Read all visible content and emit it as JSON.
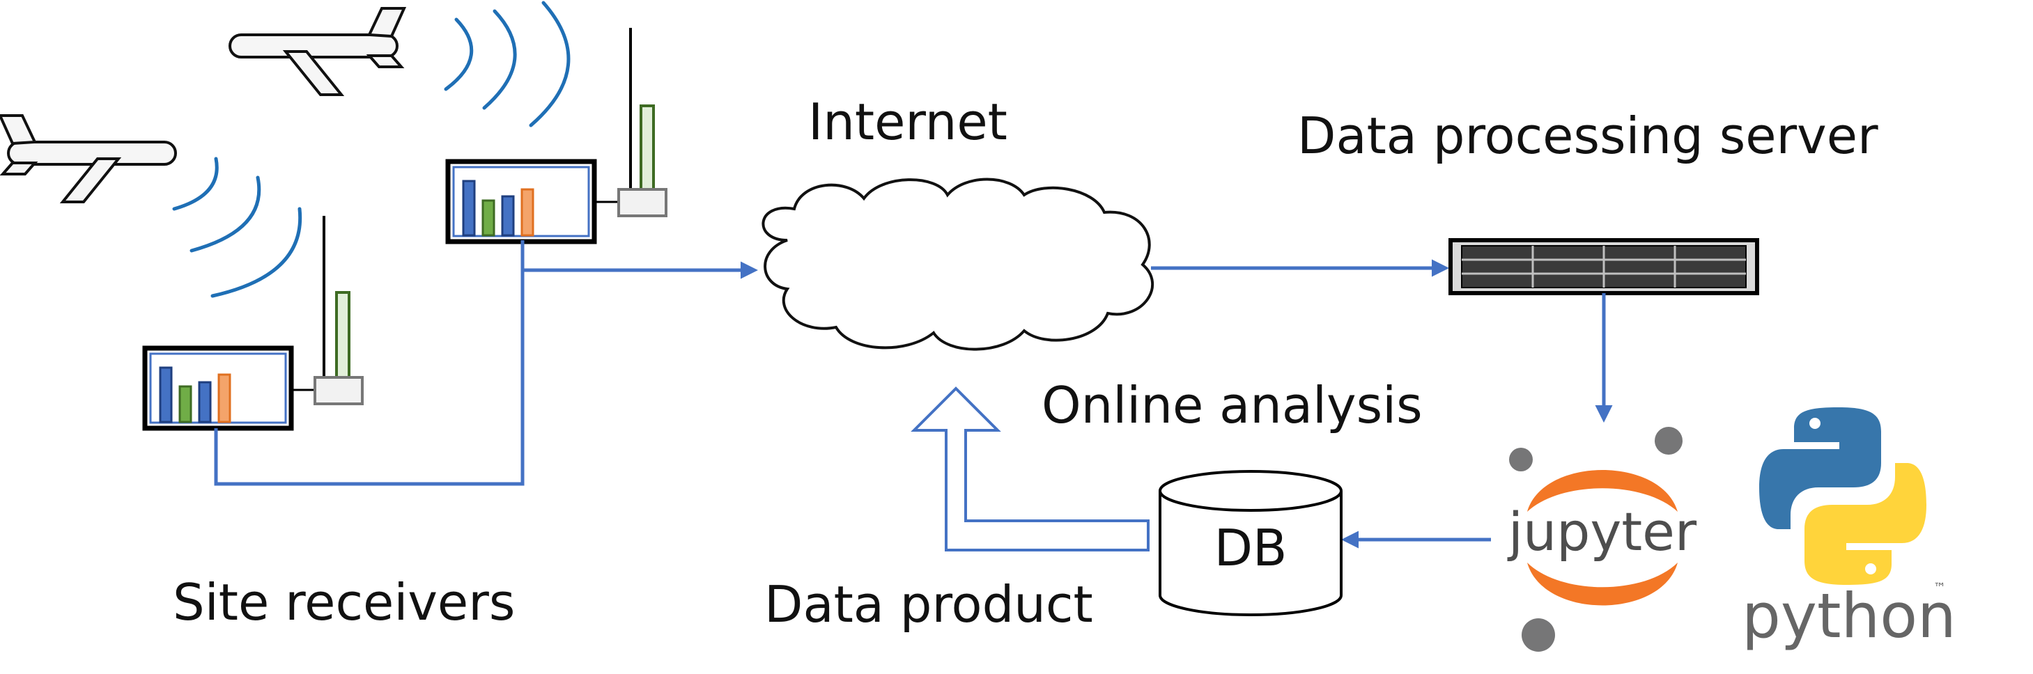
{
  "labels": {
    "internet": "Internet",
    "server": "Data processing server",
    "online_analysis": "Online analysis",
    "site_receivers": "Site receivers",
    "data_product": "Data product",
    "db": "DB"
  },
  "logos": {
    "jupyter_text": "jupyter",
    "python_text": "python",
    "python_tm": "™"
  },
  "colors": {
    "link_blue": "#4472C4",
    "wave_blue": "#1F6FB5",
    "bar_blue": "#4472C4",
    "bar_green": "#70AD47",
    "bar_orange": "#F4A46A",
    "jupyter_orange": "#F37726",
    "jupyter_gray": "#767677",
    "python_blue": "#3776AB",
    "python_yellow": "#FFD43B",
    "python_text": "#666666"
  },
  "icons": [
    "aircraft-icon",
    "radio-wave-icon",
    "antenna-icon",
    "receiver-icon",
    "cloud-icon",
    "server-rack-icon",
    "database-icon",
    "jupyter-logo",
    "python-logo",
    "hollow-arrow-icon"
  ]
}
